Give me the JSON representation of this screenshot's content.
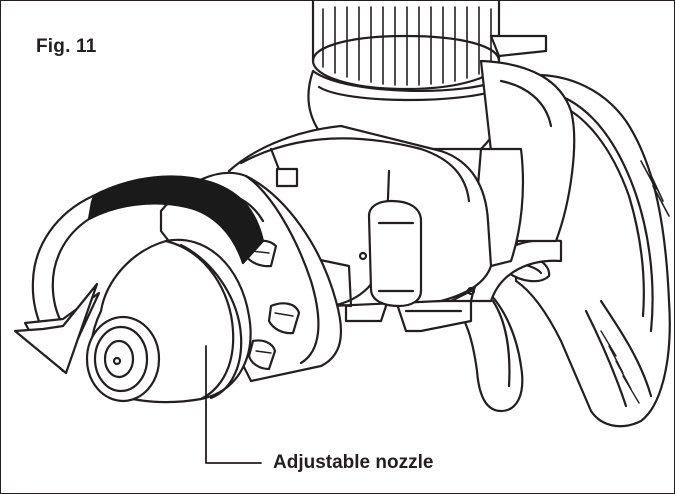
{
  "figure": {
    "label": "Fig. 11",
    "callout": "Adjustable nozzle",
    "stroke_color": "#231f20",
    "band_color": "#1a1a1a",
    "background": "#ffffff",
    "rotation_arrow_icon": "rotate-counterclockwise-arrow"
  }
}
